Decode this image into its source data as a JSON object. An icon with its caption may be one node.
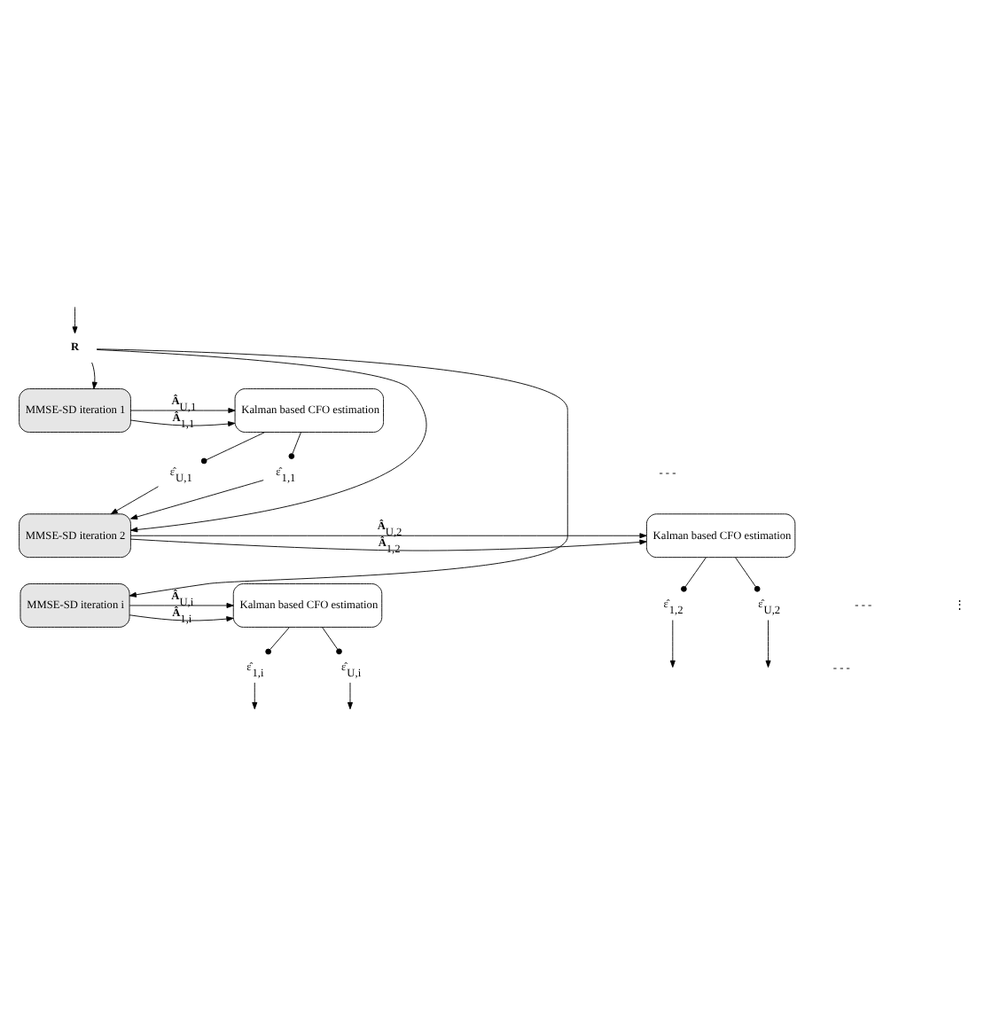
{
  "diagram": {
    "nodes": [
      {
        "text": [
          "**R**"
        ]
      },
      {
        "text": [
          "MMSE-SD iteration 1"
        ]
      },
      {
        "text": [
          "Kalman based CFO estimation"
        ]
      },
      {
        "text": [
          "ε̂$_{1,1}$"
        ]
      },
      {
        "text": [
          "ε̂$_{U,1}$"
        ]
      },
      {
        "text": [
          "MMSE-SD iteration 2"
        ]
      },
      {
        "text": [
          "Kalman based CFO estimation"
        ]
      },
      {
        "text": [
          "ε̂$_{1,2}$"
        ]
      },
      {
        "text": [
          "ε̂$_{U,2}$"
        ]
      },
      {
        "text": [
          "MMSE-SD iteration i"
        ]
      },
      {
        "text": [
          "Kalman based CFO estimation"
        ]
      },
      {
        "text": [
          "ε̂$_{1,i}$"
        ]
      },
      {
        "text": [
          "ε̂$_{U,i}$"
        ]
      }
    ],
    "edges": [
      {
        "from": null,
        "to": 0,
        "arrow": "to"
      },
      {
        "from": 0,
        "to": 1,
        "arrow": "to"
      },
      {
        "from": 0,
        "to": 5,
        "arrow": "to"
      },
      {
        "from": 0,
        "to": 9,
        "arrow": "to"
      },
      {
        "from": 1,
        "to": 2,
        "arrow": "to",
        "label": "**Â**$_{1,1}$"
      },
      {
        "from": 1,
        "to": 2,
        "arrow": "to",
        "label": "**Â**$_{U,1}$"
      },
      {
        "from": 2,
        "to": 3,
        "arrow": "other"
      },
      {
        "from": 2,
        "to": 4,
        "arrow": "other"
      },
      {
        "from": 3,
        "to": 5,
        "arrow": "to"
      },
      {
        "from": 4,
        "to": 5,
        "arrow": "to"
      },
      {
        "from": 5,
        "to": 6,
        "arrow": "to",
        "label": "**Â**$_{1,2}$"
      },
      {
        "from": 5,
        "to": 6,
        "arrow": "to",
        "label": "**Â**$_{U,2}$"
      },
      {
        "from": 6,
        "to": 7,
        "arrow": "other"
      },
      {
        "from": 6,
        "to": 8,
        "arrow": "other"
      },
      {
        "from": 7,
        "to": null,
        "arrow": "to"
      },
      {
        "from": 8,
        "to": null,
        "arrow": "to"
      },
      {
        "from": 9,
        "to": 10,
        "arrow": "to",
        "label": "**Â**$_{1,i}$"
      },
      {
        "from": 9,
        "to": 10,
        "arrow": "to",
        "label": "**Â**$_{U,i}$"
      },
      {
        "from": 10,
        "to": 11,
        "arrow": "other"
      },
      {
        "from": 10,
        "to": 12,
        "arrow": "other"
      },
      {
        "from": 11,
        "to": null,
        "arrow": "to"
      },
      {
        "from": 12,
        "to": null,
        "arrow": "to"
      }
    ],
    "labels": [
      "- - -",
      "- - -",
      "⋮",
      "- - -"
    ]
  }
}
